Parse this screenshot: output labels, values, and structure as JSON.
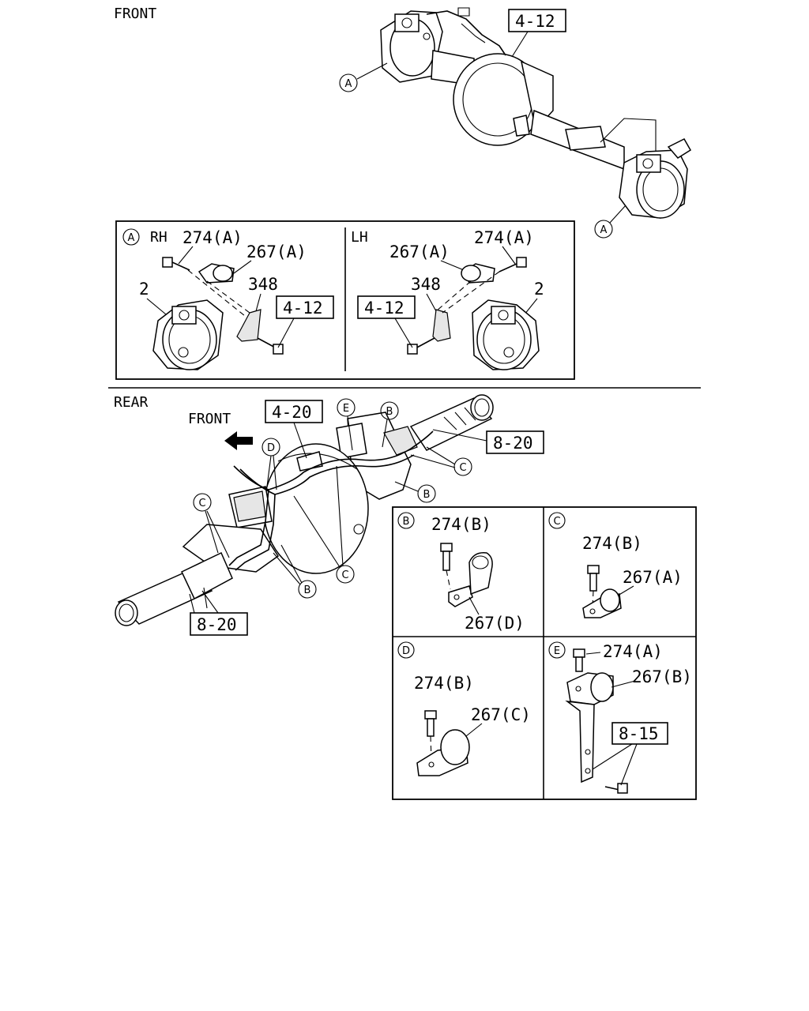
{
  "sections": {
    "front_title": "FRONT",
    "rear_title": "REAR",
    "rear_direction_label": "FRONT"
  },
  "detail_a": {
    "callout": "A",
    "rh_label": "RH",
    "lh_label": "LH",
    "rh": {
      "bolt": "274(A)",
      "clip": "267(A)",
      "bracket": "348",
      "ref": "4-12",
      "carrier": "2"
    },
    "lh": {
      "bolt": "274(A)",
      "clip": "267(A)",
      "bracket": "348",
      "ref": "4-12",
      "carrier": "2"
    }
  },
  "front_axle": {
    "ref": "4-12",
    "callout_left": "A",
    "callout_right": "A"
  },
  "rear_axle": {
    "ref_top": "4-20",
    "ref_right": "8-20",
    "ref_left": "8-20",
    "callouts": {
      "e": "E",
      "b_top": "B",
      "c_right": "C",
      "b_right": "B",
      "d": "D",
      "c_left": "C",
      "c_center": "C",
      "b_left": "B"
    }
  },
  "details": {
    "b": {
      "callout": "B",
      "bolt": "274(B)",
      "clip": "267(D)"
    },
    "c": {
      "callout": "C",
      "bolt": "274(B)",
      "clip": "267(A)"
    },
    "d": {
      "callout": "D",
      "bolt": "274(B)",
      "clip": "267(C)"
    },
    "e": {
      "callout": "E",
      "bolt": "274(A)",
      "clip": "267(B)",
      "ref": "8-15"
    }
  }
}
